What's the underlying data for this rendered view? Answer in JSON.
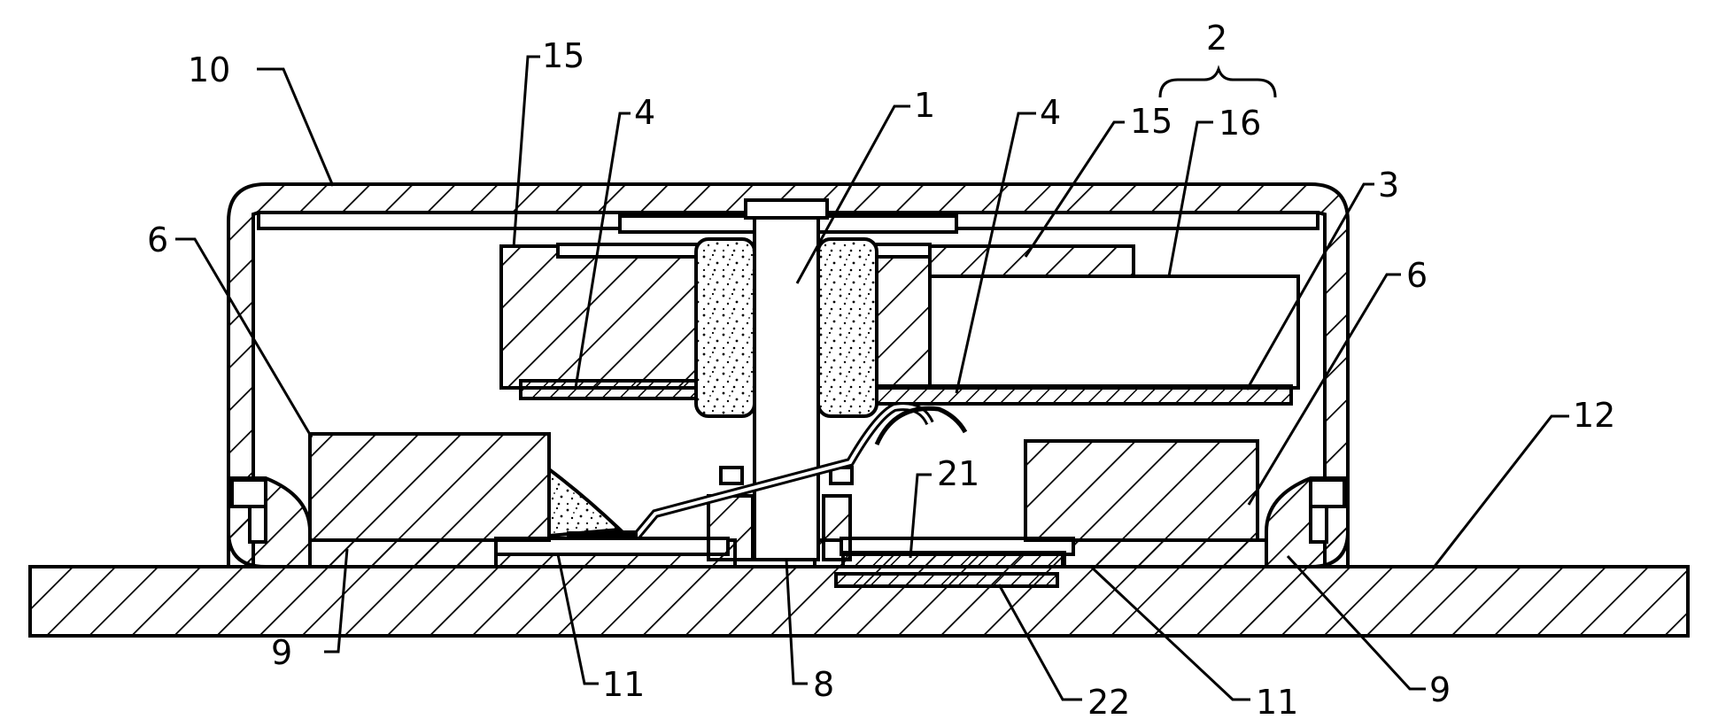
{
  "diagram": {
    "labels": {
      "housing_cover": "10",
      "upper_yoke_left": "15",
      "plate_left": "4",
      "shaft": "1",
      "plate_right": "4",
      "upper_yoke_right": "15",
      "weight": "16",
      "rotor_group": "2",
      "coil_plate": "3",
      "magnet_left": "6",
      "magnet_right": "6",
      "substrate": "12",
      "contact": "21",
      "base_left": "9",
      "bracket_left": "11",
      "shaft_holder": "8",
      "terminal": "22",
      "bracket_right": "11",
      "base_right": "9"
    },
    "colors": {
      "line": "#000000",
      "background": "#ffffff",
      "sinter": "#f2f2f2"
    }
  }
}
